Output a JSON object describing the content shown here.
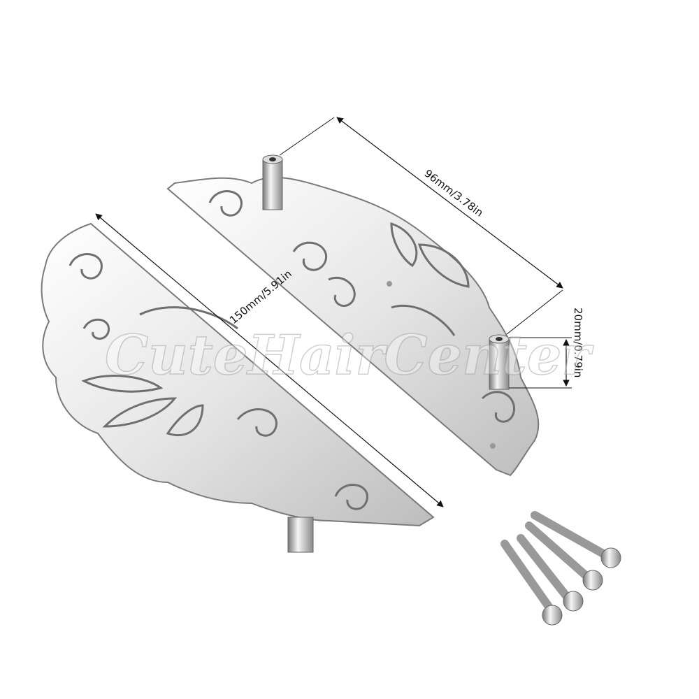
{
  "product": {
    "description_items": [
      "handle-front",
      "handle-back",
      "screws"
    ],
    "screw_count": 4
  },
  "dimensions": {
    "hole_spacing": "96mm/3.78in",
    "total_length": "150mm/5.91in",
    "post_height": "20mm/0.79in"
  },
  "watermark": "CuteHairCenter",
  "colors": {
    "metal_light": "#f2f2f2",
    "metal_dark": "#8a8a8a",
    "dimension_line": "#111111"
  }
}
